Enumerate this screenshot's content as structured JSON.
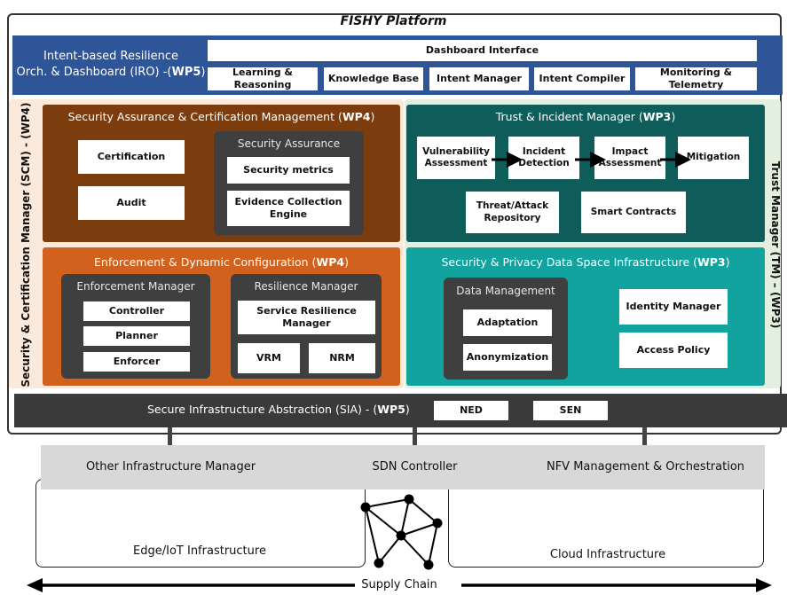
{
  "platform": {
    "title": "FISHY Platform"
  },
  "iro": {
    "label_line1": "Intent-based Resilience",
    "label_line2": "Orch. & Dashboard (IRO) -(",
    "label_wp": "WP5",
    "label_end": ")",
    "dashboard": "Dashboard Interface",
    "modules": [
      "Learning & Reasoning",
      "Knowledge Base",
      "Intent Manager",
      "Intent Compiler",
      "Monitoring & Telemetry"
    ]
  },
  "scm": {
    "side_label": "Security & Certification Manager (SCM) - (WP4)"
  },
  "tm": {
    "side_label": "Trust Manager (TM) – (WP3)"
  },
  "sacm": {
    "title": "Security Assurance & Certification Management (",
    "wp": "WP4",
    "title_end": ")",
    "certification": "Certification",
    "audit": "Audit",
    "sa_title": "Security Assurance",
    "security_metrics": "Security metrics",
    "evidence_line1": "Evidence Collection",
    "evidence_line2": "Engine"
  },
  "edc": {
    "title": "Enforcement & Dynamic Configuration (",
    "wp": "WP4",
    "title_end": ")",
    "em_title": "Enforcement Manager",
    "controller": "Controller",
    "planner": "Planner",
    "enforcer": "Enforcer",
    "rm_title": "Resilience Manager",
    "srm_line1": "Service Resilience",
    "srm_line2": "Manager",
    "vrm": "VRM",
    "nrm": "NRM"
  },
  "tim": {
    "title": "Trust & Incident Manager (",
    "wp": "WP3",
    "title_end": ")",
    "vuln_line1": "Vulnerability",
    "vuln_line2": "Assessment",
    "incident_line1": "Incident",
    "incident_line2": "Detection",
    "impact_line1": "Impact",
    "impact_line2": "Assessment",
    "mitigation": "Mitigation",
    "threat_line1": "Threat/Attack",
    "threat_line2": "Repository",
    "smart_contracts": "Smart Contracts"
  },
  "spds": {
    "title": "Security & Privacy Data Space Infrastructure (",
    "wp": "WP3",
    "title_end": ")",
    "dm_title": "Data Management",
    "adaptation": "Adaptation",
    "anonymization": "Anonymization",
    "identity": "Identity Manager",
    "access": "Access Policy"
  },
  "sia": {
    "title": "Secure Infrastructure Abstraction (SIA) - (",
    "wp": "WP5",
    "title_end": ")",
    "ned": "NED",
    "sen": "SEN"
  },
  "infra": {
    "other": "Other Infrastructure Manager",
    "sdn": "SDN Controller",
    "nfv": "NFV Management & Orchestration",
    "edge": "Edge/IoT Infrastructure",
    "cloud": "Cloud Infrastructure",
    "supply_chain": "Supply Chain"
  },
  "colors": {
    "iro_blue": "#2e5597",
    "sacm_brown": "#7b3c0e",
    "edc_orange": "#d2611d",
    "tim_teal": "#0f5d5a",
    "spds_teal": "#12a39e",
    "inner_dark": "#3f3f3f",
    "sia_dark": "#3a3a3a",
    "scm_bg": "#fbe9db",
    "tm_bg": "#e3f0df",
    "infra_gray": "#d8d8d8"
  }
}
